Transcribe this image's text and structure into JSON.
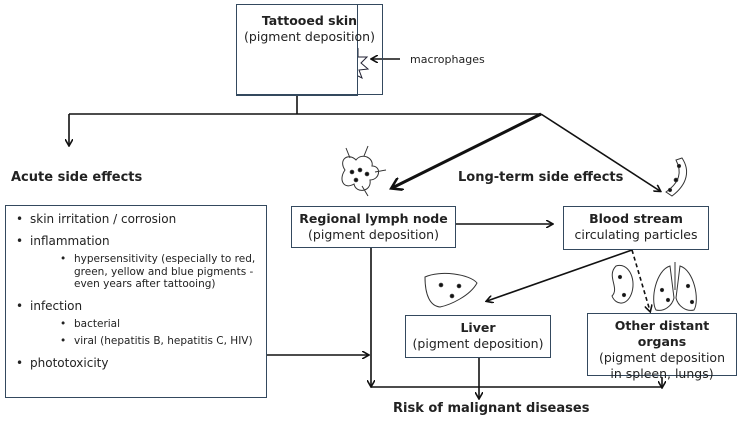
{
  "nodes": {
    "tattooed_skin": {
      "title": "Tattooed skin",
      "subtitle": "(pigment deposition)"
    },
    "lymph_node": {
      "title": "Regional lymph node",
      "subtitle": "(pigment deposition)"
    },
    "blood_stream": {
      "title": "Blood stream",
      "subtitle": "circulating particles"
    },
    "liver": {
      "title": "Liver",
      "subtitle": "(pigment deposition)"
    },
    "other_organs": {
      "title": "Other distant organs",
      "subtitle": "(pigment deposition in spleen, lungs)"
    }
  },
  "labels": {
    "macrophages": "macrophages",
    "acute": "Acute side effects",
    "long_term": "Long-term side effects",
    "risk": "Risk of malignant diseases"
  },
  "acute_effects": [
    {
      "text": "skin irritation / corrosion",
      "children": []
    },
    {
      "text": "inflammation",
      "children": [
        "hypersensitivity (especially to red, green, yellow and blue pigments - even years after tattooing)"
      ]
    },
    {
      "text": "infection",
      "children": [
        "bacterial",
        "viral (hepatitis B, hepatitis C, HIV)"
      ]
    },
    {
      "text": "phototoxicity",
      "children": []
    }
  ],
  "icons": [
    "pigment-dots-icon",
    "macrophage-icon",
    "lymph-node-icon",
    "blood-vessel-icon",
    "liver-icon",
    "spleen-icon",
    "lungs-icon"
  ],
  "colors": {
    "box_border": "#34495e",
    "line": "#111111"
  }
}
